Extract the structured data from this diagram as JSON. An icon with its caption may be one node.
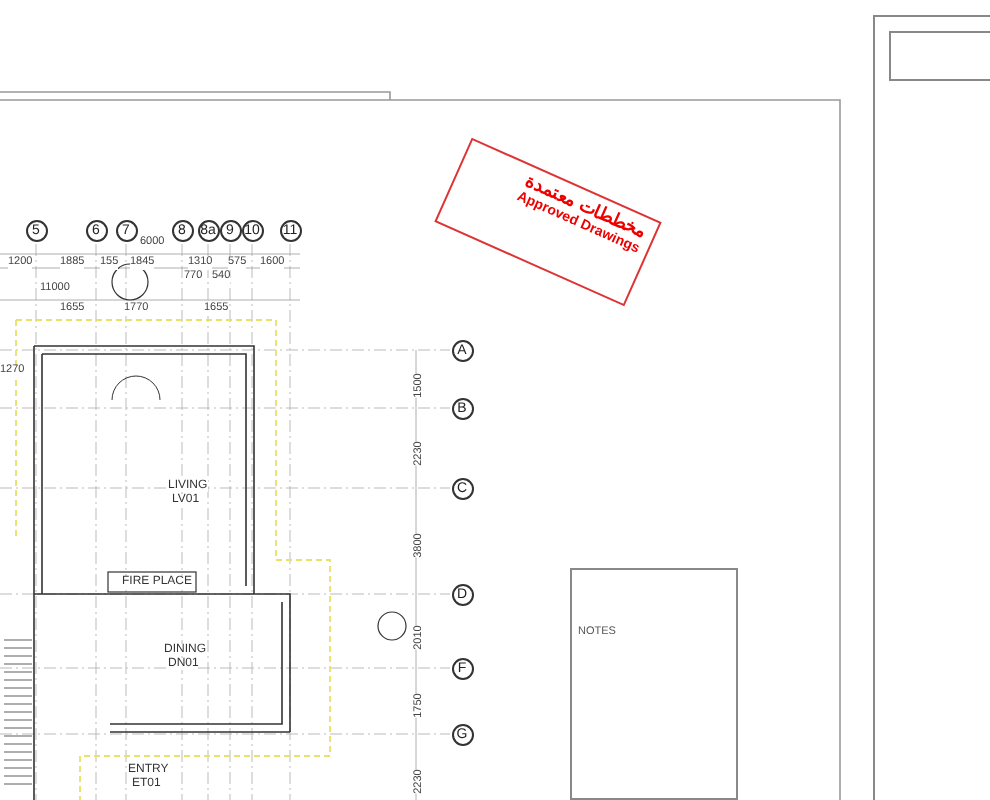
{
  "diagram": {
    "nodes": [
      {
        "text": [
          "5"
        ]
      },
      {
        "text": [
          "6"
        ]
      },
      {
        "text": [
          "7"
        ]
      },
      {
        "text": [
          "8"
        ]
      },
      {
        "text": [
          "8a"
        ]
      },
      {
        "text": [
          "9"
        ]
      },
      {
        "text": [
          "10"
        ]
      },
      {
        "text": [
          "11"
        ]
      },
      {
        "text": [
          "A"
        ]
      },
      {
        "text": [
          "B"
        ]
      },
      {
        "text": [
          "C"
        ]
      },
      {
        "text": [
          "D"
        ]
      },
      {
        "text": [
          "F"
        ]
      },
      {
        "text": [
          "G"
        ]
      },
      {
        "text": [
          "مخططات معتمدة",
          "Approved Drawings"
        ]
      },
      {
        "text": [
          "NOTES"
        ]
      }
    ],
    "edges": [],
    "labels": [
      "6000",
      "1200",
      "1885",
      "155",
      "1845",
      "1310",
      "575",
      "1600",
      "770",
      "540",
      "11000",
      "1655",
      "1770",
      "1655",
      "1270",
      "1500",
      "2230",
      "3800",
      "2010",
      "1750",
      "2230",
      "LIVING",
      "LV01",
      "FIRE PLACE",
      "DINING",
      "DN01",
      "ENTRY",
      "ET01"
    ]
  }
}
